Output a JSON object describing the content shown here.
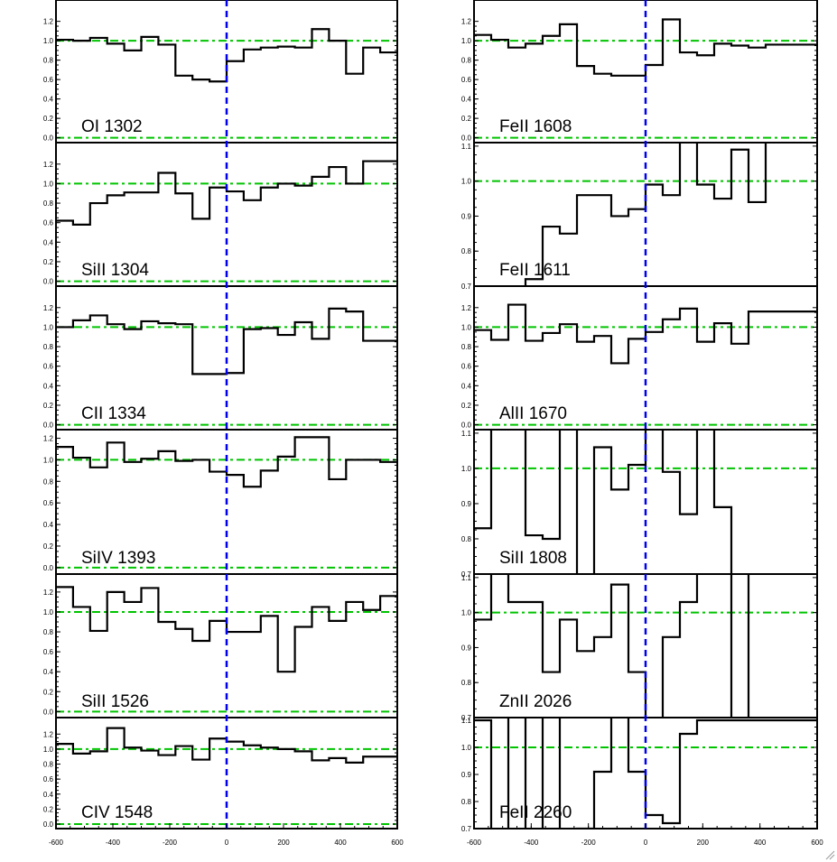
{
  "chart_data": {
    "type": "line",
    "x_ticks": [
      -600,
      -400,
      -200,
      0,
      200,
      400,
      600
    ],
    "xlim": [
      -600,
      600
    ],
    "reference_lines": {
      "continuum": 1.0,
      "zero": 0.0,
      "systemic_velocity": 0
    },
    "colors": {
      "spectrum": "#000000",
      "reference": "#00c400",
      "velocity_zero": "#0000ee",
      "frame": "#000000"
    },
    "columns": [
      {
        "panels": [
          {
            "label": "OI 1302",
            "ylim": [
              -0.05,
              1.42
            ],
            "y_ticks": [
              0.0,
              0.2,
              0.4,
              0.6,
              0.8,
              1.0,
              1.2
            ],
            "y_tick_labels": [
              "0.0",
              "0.2",
              "0.4",
              "0.6",
              "0.8",
              "1.0",
              "1.2"
            ],
            "x": [
              -600,
              -540,
              -480,
              -420,
              -360,
              -300,
              -240,
              -180,
              -120,
              -60,
              0,
              60,
              120,
              180,
              240,
              300,
              360,
              420,
              480,
              540,
              600
            ],
            "y": [
              1.01,
              1.0,
              1.03,
              0.97,
              0.9,
              1.04,
              0.96,
              0.64,
              0.6,
              0.58,
              0.79,
              0.91,
              0.93,
              0.94,
              0.93,
              1.12,
              1.0,
              0.66,
              0.93,
              0.88
            ]
          },
          {
            "label": "SiII 1304",
            "ylim": [
              -0.05,
              1.42
            ],
            "y_ticks": [
              0.0,
              0.2,
              0.4,
              0.6,
              0.8,
              1.0,
              1.2
            ],
            "y_tick_labels": [
              "0.0",
              "0.2",
              "0.4",
              "0.6",
              "0.8",
              "1.0",
              "1.2"
            ],
            "x": [
              -600,
              -540,
              -480,
              -420,
              -360,
              -300,
              -240,
              -180,
              -120,
              -60,
              0,
              60,
              120,
              180,
              240,
              300,
              360,
              420,
              480,
              540,
              600
            ],
            "y": [
              0.62,
              0.58,
              0.8,
              0.88,
              0.91,
              0.91,
              1.11,
              0.9,
              0.64,
              0.96,
              0.92,
              0.83,
              0.96,
              1.0,
              0.98,
              1.07,
              1.17,
              1.0,
              1.23,
              1.23
            ]
          },
          {
            "label": "CII 1334",
            "ylim": [
              -0.05,
              1.42
            ],
            "y_ticks": [
              0.0,
              0.2,
              0.4,
              0.6,
              0.8,
              1.0,
              1.2
            ],
            "y_tick_labels": [
              "0.0",
              "0.2",
              "0.4",
              "0.6",
              "0.8",
              "1.0",
              "1.2"
            ],
            "x": [
              -600,
              -540,
              -480,
              -420,
              -360,
              -300,
              -240,
              -180,
              -120,
              -60,
              0,
              60,
              120,
              180,
              240,
              300,
              360,
              420,
              480,
              540,
              600
            ],
            "y": [
              1.0,
              1.07,
              1.12,
              1.03,
              0.98,
              1.06,
              1.04,
              1.03,
              0.52,
              0.52,
              0.53,
              0.98,
              0.99,
              0.92,
              1.05,
              0.88,
              1.19,
              1.16,
              0.86,
              0.86
            ]
          },
          {
            "label": "SiIV 1393",
            "ylim": [
              -0.06,
              1.28
            ],
            "y_ticks": [
              0.0,
              0.2,
              0.4,
              0.6,
              0.8,
              1.0,
              1.2
            ],
            "y_tick_labels": [
              "0.0",
              "0.2",
              "0.4",
              "0.6",
              "0.8",
              "1.0",
              "1.2"
            ],
            "x": [
              -600,
              -540,
              -480,
              -420,
              -360,
              -300,
              -240,
              -180,
              -120,
              -60,
              0,
              60,
              120,
              180,
              240,
              300,
              360,
              420,
              480,
              540,
              600
            ],
            "y": [
              1.12,
              1.02,
              0.93,
              1.16,
              0.98,
              1.01,
              1.08,
              0.99,
              1.0,
              0.89,
              0.86,
              0.75,
              0.9,
              1.03,
              1.21,
              1.21,
              0.82,
              1.0,
              1.0,
              0.98
            ]
          },
          {
            "label": "SiII 1526",
            "ylim": [
              -0.06,
              1.38
            ],
            "y_ticks": [
              0.0,
              0.2,
              0.4,
              0.6,
              0.8,
              1.0,
              1.2
            ],
            "y_tick_labels": [
              "0.0",
              "0.2",
              "0.4",
              "0.6",
              "0.8",
              "1.0",
              "1.2"
            ],
            "x": [
              -600,
              -540,
              -480,
              -420,
              -360,
              -300,
              -240,
              -180,
              -120,
              -60,
              0,
              60,
              120,
              180,
              240,
              300,
              360,
              420,
              480,
              540,
              600
            ],
            "y": [
              1.25,
              1.05,
              0.81,
              1.2,
              1.1,
              1.24,
              0.9,
              0.83,
              0.71,
              0.91,
              0.8,
              0.8,
              0.96,
              0.4,
              0.85,
              1.05,
              0.91,
              1.1,
              1.02,
              1.16
            ]
          },
          {
            "label": "CIV 1548",
            "ylim": [
              -0.06,
              1.42
            ],
            "y_ticks": [
              0.0,
              0.2,
              0.4,
              0.6,
              0.8,
              1.0,
              1.2
            ],
            "y_tick_labels": [
              "0.0",
              "0.2",
              "0.4",
              "0.6",
              "0.8",
              "1.0",
              "1.2"
            ],
            "x": [
              -600,
              -540,
              -480,
              -420,
              -360,
              -300,
              -240,
              -180,
              -120,
              -60,
              0,
              60,
              120,
              180,
              240,
              300,
              360,
              420,
              480,
              540,
              600
            ],
            "y": [
              1.07,
              0.94,
              0.97,
              1.28,
              1.02,
              0.98,
              0.92,
              1.04,
              0.86,
              1.14,
              1.1,
              1.05,
              1.02,
              1.0,
              0.97,
              0.85,
              0.88,
              0.82,
              0.9,
              0.9
            ]
          }
        ]
      },
      {
        "panels": [
          {
            "label": "FeII 1608",
            "ylim": [
              -0.05,
              1.42
            ],
            "y_ticks": [
              0.0,
              0.2,
              0.4,
              0.6,
              0.8,
              1.0,
              1.2
            ],
            "y_tick_labels": [
              "0.0",
              "0.2",
              "0.4",
              "0.6",
              "0.8",
              "1.0",
              "1.2"
            ],
            "x": [
              -600,
              -540,
              -480,
              -420,
              -360,
              -300,
              -240,
              -180,
              -120,
              -60,
              0,
              60,
              120,
              180,
              240,
              300,
              360,
              420,
              480,
              540,
              600
            ],
            "y": [
              1.06,
              1.01,
              0.93,
              0.97,
              1.05,
              1.17,
              0.74,
              0.66,
              0.64,
              0.64,
              0.75,
              1.22,
              0.88,
              0.85,
              0.97,
              0.95,
              0.93,
              0.96,
              0.96,
              0.96
            ]
          },
          {
            "label": "FeII 1611",
            "ylim": [
              0.7,
              1.11
            ],
            "y_ticks": [
              0.7,
              0.8,
              0.9,
              1.0,
              1.1
            ],
            "y_tick_labels": [
              "0.7",
              "0.8",
              "0.9",
              "1.0",
              "1.1"
            ],
            "x": [
              -600,
              -540,
              -480,
              -420,
              -360,
              -300,
              -240,
              -180,
              -120,
              -60,
              0,
              60,
              120,
              180,
              240,
              300,
              360,
              420,
              480,
              540,
              600
            ],
            "y": [
              0.5,
              0.5,
              0.5,
              0.72,
              0.87,
              0.85,
              0.96,
              0.96,
              0.9,
              0.92,
              0.99,
              0.96,
              1.13,
              0.99,
              0.95,
              1.09,
              0.94,
              1.13,
              1.13,
              1.13
            ]
          },
          {
            "label": "AlII 1670",
            "ylim": [
              -0.05,
              1.42
            ],
            "y_ticks": [
              0.0,
              0.2,
              0.4,
              0.6,
              0.8,
              1.0,
              1.2
            ],
            "y_tick_labels": [
              "0.0",
              "0.2",
              "0.4",
              "0.6",
              "0.8",
              "1.0",
              "1.2"
            ],
            "x": [
              -600,
              -540,
              -480,
              -420,
              -360,
              -300,
              -240,
              -180,
              -120,
              -60,
              0,
              60,
              120,
              180,
              240,
              300,
              360,
              420,
              480,
              540,
              600
            ],
            "y": [
              0.97,
              0.87,
              1.23,
              0.86,
              0.94,
              1.03,
              0.85,
              0.91,
              0.63,
              0.88,
              0.95,
              1.08,
              1.19,
              0.85,
              1.04,
              0.83,
              1.16,
              1.16,
              1.16,
              1.16
            ]
          },
          {
            "label": "SiII 1808",
            "ylim": [
              0.7,
              1.11
            ],
            "y_ticks": [
              0.7,
              0.8,
              0.9,
              1.0,
              1.1
            ],
            "y_tick_labels": [
              "0.7",
              "0.8",
              "0.9",
              "1.0",
              "1.1"
            ],
            "x": [
              -600,
              -540,
              -480,
              -420,
              -360,
              -300,
              -240,
              -180,
              -120,
              -60,
              0,
              60,
              120,
              180,
              240,
              300,
              360,
              420,
              480,
              540,
              600
            ],
            "y": [
              0.83,
              1.2,
              1.2,
              0.81,
              0.8,
              1.2,
              0.5,
              1.06,
              0.94,
              1.01,
              1.2,
              0.99,
              0.87,
              1.2,
              0.89,
              0.5,
              0.5,
              0.5,
              0.5,
              0.5
            ]
          },
          {
            "label": "ZnII 2026",
            "ylim": [
              0.7,
              1.11
            ],
            "y_ticks": [
              0.7,
              0.8,
              0.9,
              1.0,
              1.1
            ],
            "y_tick_labels": [
              "0.7",
              "0.8",
              "0.9",
              "1.0",
              "1.1"
            ],
            "x": [
              -600,
              -540,
              -480,
              -420,
              -360,
              -300,
              -240,
              -180,
              -120,
              -60,
              0,
              60,
              120,
              180,
              240,
              300,
              360,
              420,
              480,
              540,
              600
            ],
            "y": [
              0.98,
              1.2,
              1.03,
              1.03,
              0.83,
              0.98,
              0.89,
              0.93,
              1.08,
              0.83,
              0.5,
              0.93,
              1.03,
              1.2,
              1.2,
              0.5,
              1.2,
              1.2,
              1.2,
              1.2
            ]
          },
          {
            "label": "FeII 2260",
            "ylim": [
              0.7,
              1.11
            ],
            "y_ticks": [
              0.7,
              0.8,
              0.9,
              1.0,
              1.1
            ],
            "y_tick_labels": [
              "0.7",
              "0.8",
              "0.9",
              "1.0",
              "1.1"
            ],
            "x": [
              -600,
              -540,
              -480,
              -420,
              -360,
              -300,
              -240,
              -180,
              -120,
              -60,
              0,
              60,
              120,
              180,
              240,
              300,
              360,
              420,
              480,
              540,
              600
            ],
            "y": [
              1.1,
              0.5,
              1.2,
              0.5,
              1.2,
              0.5,
              0.7,
              0.91,
              1.2,
              0.91,
              0.75,
              0.72,
              1.05,
              1.1,
              1.1,
              1.1,
              1.1,
              1.1,
              1.1,
              1.1
            ]
          }
        ]
      }
    ]
  }
}
